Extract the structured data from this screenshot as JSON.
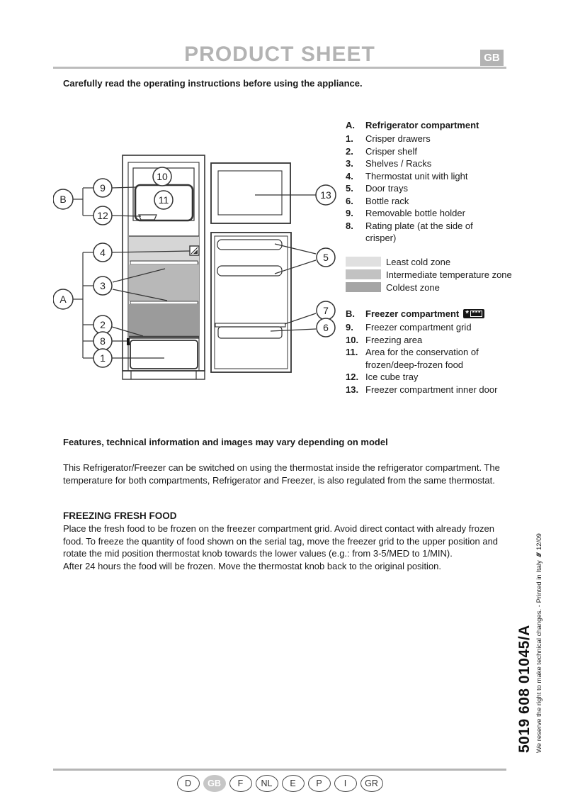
{
  "page": {
    "title": "PRODUCT SHEET",
    "language_badge": "GB",
    "notice": "Carefully read the operating instructions before using the appliance."
  },
  "colors": {
    "header_gray": "#b3b3b3",
    "zone_least": "#d6d6d6",
    "zone_intermediate": "#b8b8b8",
    "zone_coldest": "#9b9b9b"
  },
  "legend_a": {
    "letter": "A.",
    "title": "Refrigerator compartment",
    "items": [
      {
        "num": "1.",
        "text": "Crisper drawers"
      },
      {
        "num": "2.",
        "text": "Crisper shelf"
      },
      {
        "num": "3.",
        "text": "Shelves / Racks"
      },
      {
        "num": "4.",
        "text": "Thermostat unit with light"
      },
      {
        "num": "5.",
        "text": "Door trays"
      },
      {
        "num": "6.",
        "text": "Bottle rack"
      },
      {
        "num": "9.",
        "text": "Removable bottle holder"
      },
      {
        "num": "8.",
        "text": "Rating plate (at the side of crisper)"
      }
    ]
  },
  "zones_legend": {
    "items": [
      {
        "label": "Least cold zone",
        "color": "#e0e0e0"
      },
      {
        "label": "Intermediate temperature zone",
        "color": "#c2c2c2"
      },
      {
        "label": "Coldest zone",
        "color": "#a5a5a5"
      }
    ]
  },
  "legend_b": {
    "letter": "B.",
    "title": "Freezer compartment",
    "items": [
      {
        "num": "9.",
        "text": "Freezer compartment grid"
      },
      {
        "num": "10.",
        "text": "Freezing area"
      },
      {
        "num": "11.",
        "text": "Area for the conservation of frozen/deep-frozen food"
      },
      {
        "num": "12.",
        "text": "Ice cube tray"
      },
      {
        "num": "13.",
        "text": "Freezer compartment inner door"
      }
    ]
  },
  "icons": {
    "star": "*",
    "brand_mark": "///"
  },
  "diagram": {
    "callouts": {
      "a": "A",
      "b": "B",
      "n1": "1",
      "n2": "2",
      "n3": "3",
      "n4": "4",
      "n5": "5",
      "n6": "6",
      "n7": "7",
      "n8": "8",
      "n9": "9",
      "n10": "10",
      "n11": "11",
      "n12": "12",
      "n13": "13"
    }
  },
  "body": {
    "variability_note": "Features, technical information and images may vary depending on model",
    "intro": "This Refrigerator/Freezer can be switched on using the thermostat inside the refrigerator compartment. The temperature for both compartments, Refrigerator and Freezer, is also regulated from the same thermostat.",
    "freezing_heading": "FREEZING FRESH FOOD",
    "freezing_p1": "Place the fresh food to be frozen on the freezer compartment grid. Avoid direct contact with already frozen food. To freeze the quantity of food shown on the serial tag, move the freezer grid to the upper position and rotate the mid position thermostat knob towards the lower values (e.g.: from 3-5/MED to 1/MIN).",
    "freezing_p2": "After 24 hours the food will be frozen. Move the thermostat knob back to the original position."
  },
  "sidebar": {
    "code": "5019 608 01045/A",
    "note": "We reserve the right to make technical changes. - Printed in Italy",
    "date": "12/09"
  },
  "footer": {
    "languages": [
      {
        "label": "D"
      },
      {
        "label": "GB"
      },
      {
        "label": "F"
      },
      {
        "label": "NL"
      },
      {
        "label": "E"
      },
      {
        "label": "P"
      },
      {
        "label": "I"
      },
      {
        "label": "GR"
      }
    ]
  }
}
